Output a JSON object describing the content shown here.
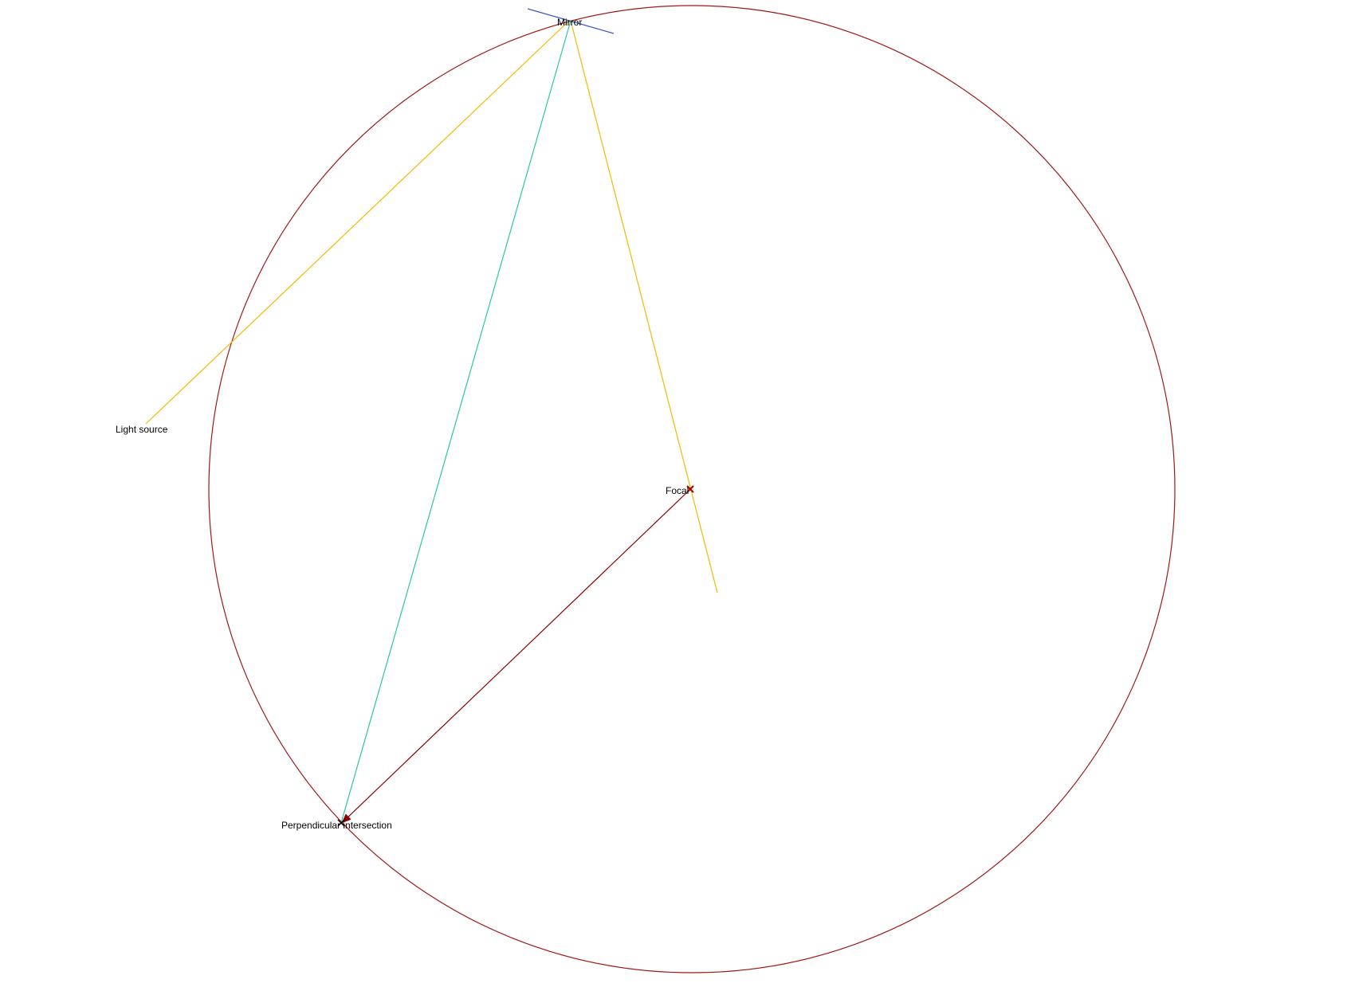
{
  "labels": {
    "mirror": "Mirror",
    "light_source": "Light source",
    "focal": "Focal",
    "perpendicular_intersection": "Perpendicular intersection"
  },
  "colors": {
    "background": "#ffffff",
    "circle": "#a01818",
    "mirror_line": "#3a55c8",
    "incident_ray": "#f5b800",
    "reflected_ray": "#f5b800",
    "chord": "#2bc7a8",
    "arrow": "#8b0000",
    "focal_marker": "#b00000",
    "intersection_marker": "#000000",
    "text": "#000000"
  }
}
